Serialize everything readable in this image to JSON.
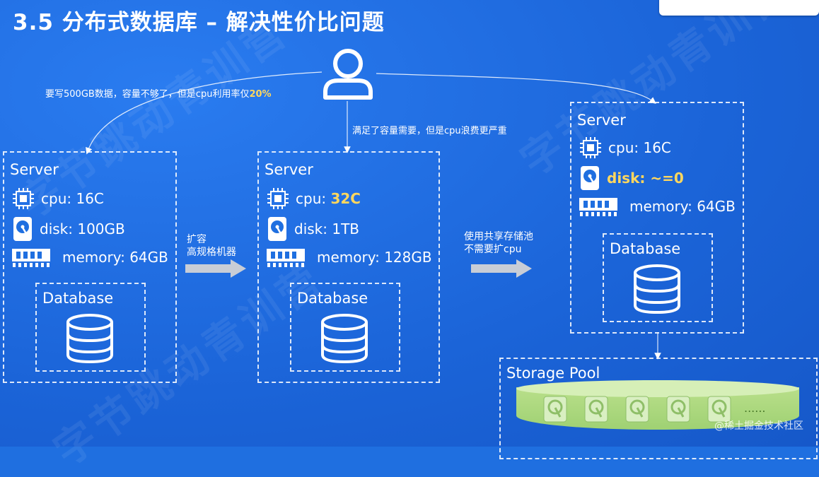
{
  "title": "3.5 分布式数据库 –  解决性价比问题",
  "annotations": {
    "left_prefix": "要写500GB数据，容量不够了，但是cpu利用率仅",
    "left_highlight": "20%",
    "middle": "满足了容量需要，但是cpu浪费更严重"
  },
  "server1": {
    "label": "Server",
    "cpu": "cpu: 16C",
    "disk": "disk: 100GB",
    "memory": "memory: 64GB",
    "db": "Database"
  },
  "arrow1": {
    "line1": "扩容",
    "line2": "高规格机器"
  },
  "server2": {
    "label": "Server",
    "cpu_prefix": "cpu: ",
    "cpu_value": "32C",
    "disk": "disk: 1TB",
    "memory": "memory: 128GB",
    "db": "Database"
  },
  "arrow2": {
    "line1": "使用共享存储池",
    "line2": "不需要扩cpu"
  },
  "server3": {
    "label": "Server",
    "cpu": "cpu: 16C",
    "disk": "disk: ~=0",
    "memory": "memory: 64GB",
    "db": "Database"
  },
  "storage_pool": {
    "label": "Storage Pool",
    "ellipsis": "......"
  },
  "footer": "@稀土掘金技术社区",
  "colors": {
    "background": "#1f6fe0",
    "highlight": "#ffd75e",
    "pool": "#b9df8a"
  }
}
